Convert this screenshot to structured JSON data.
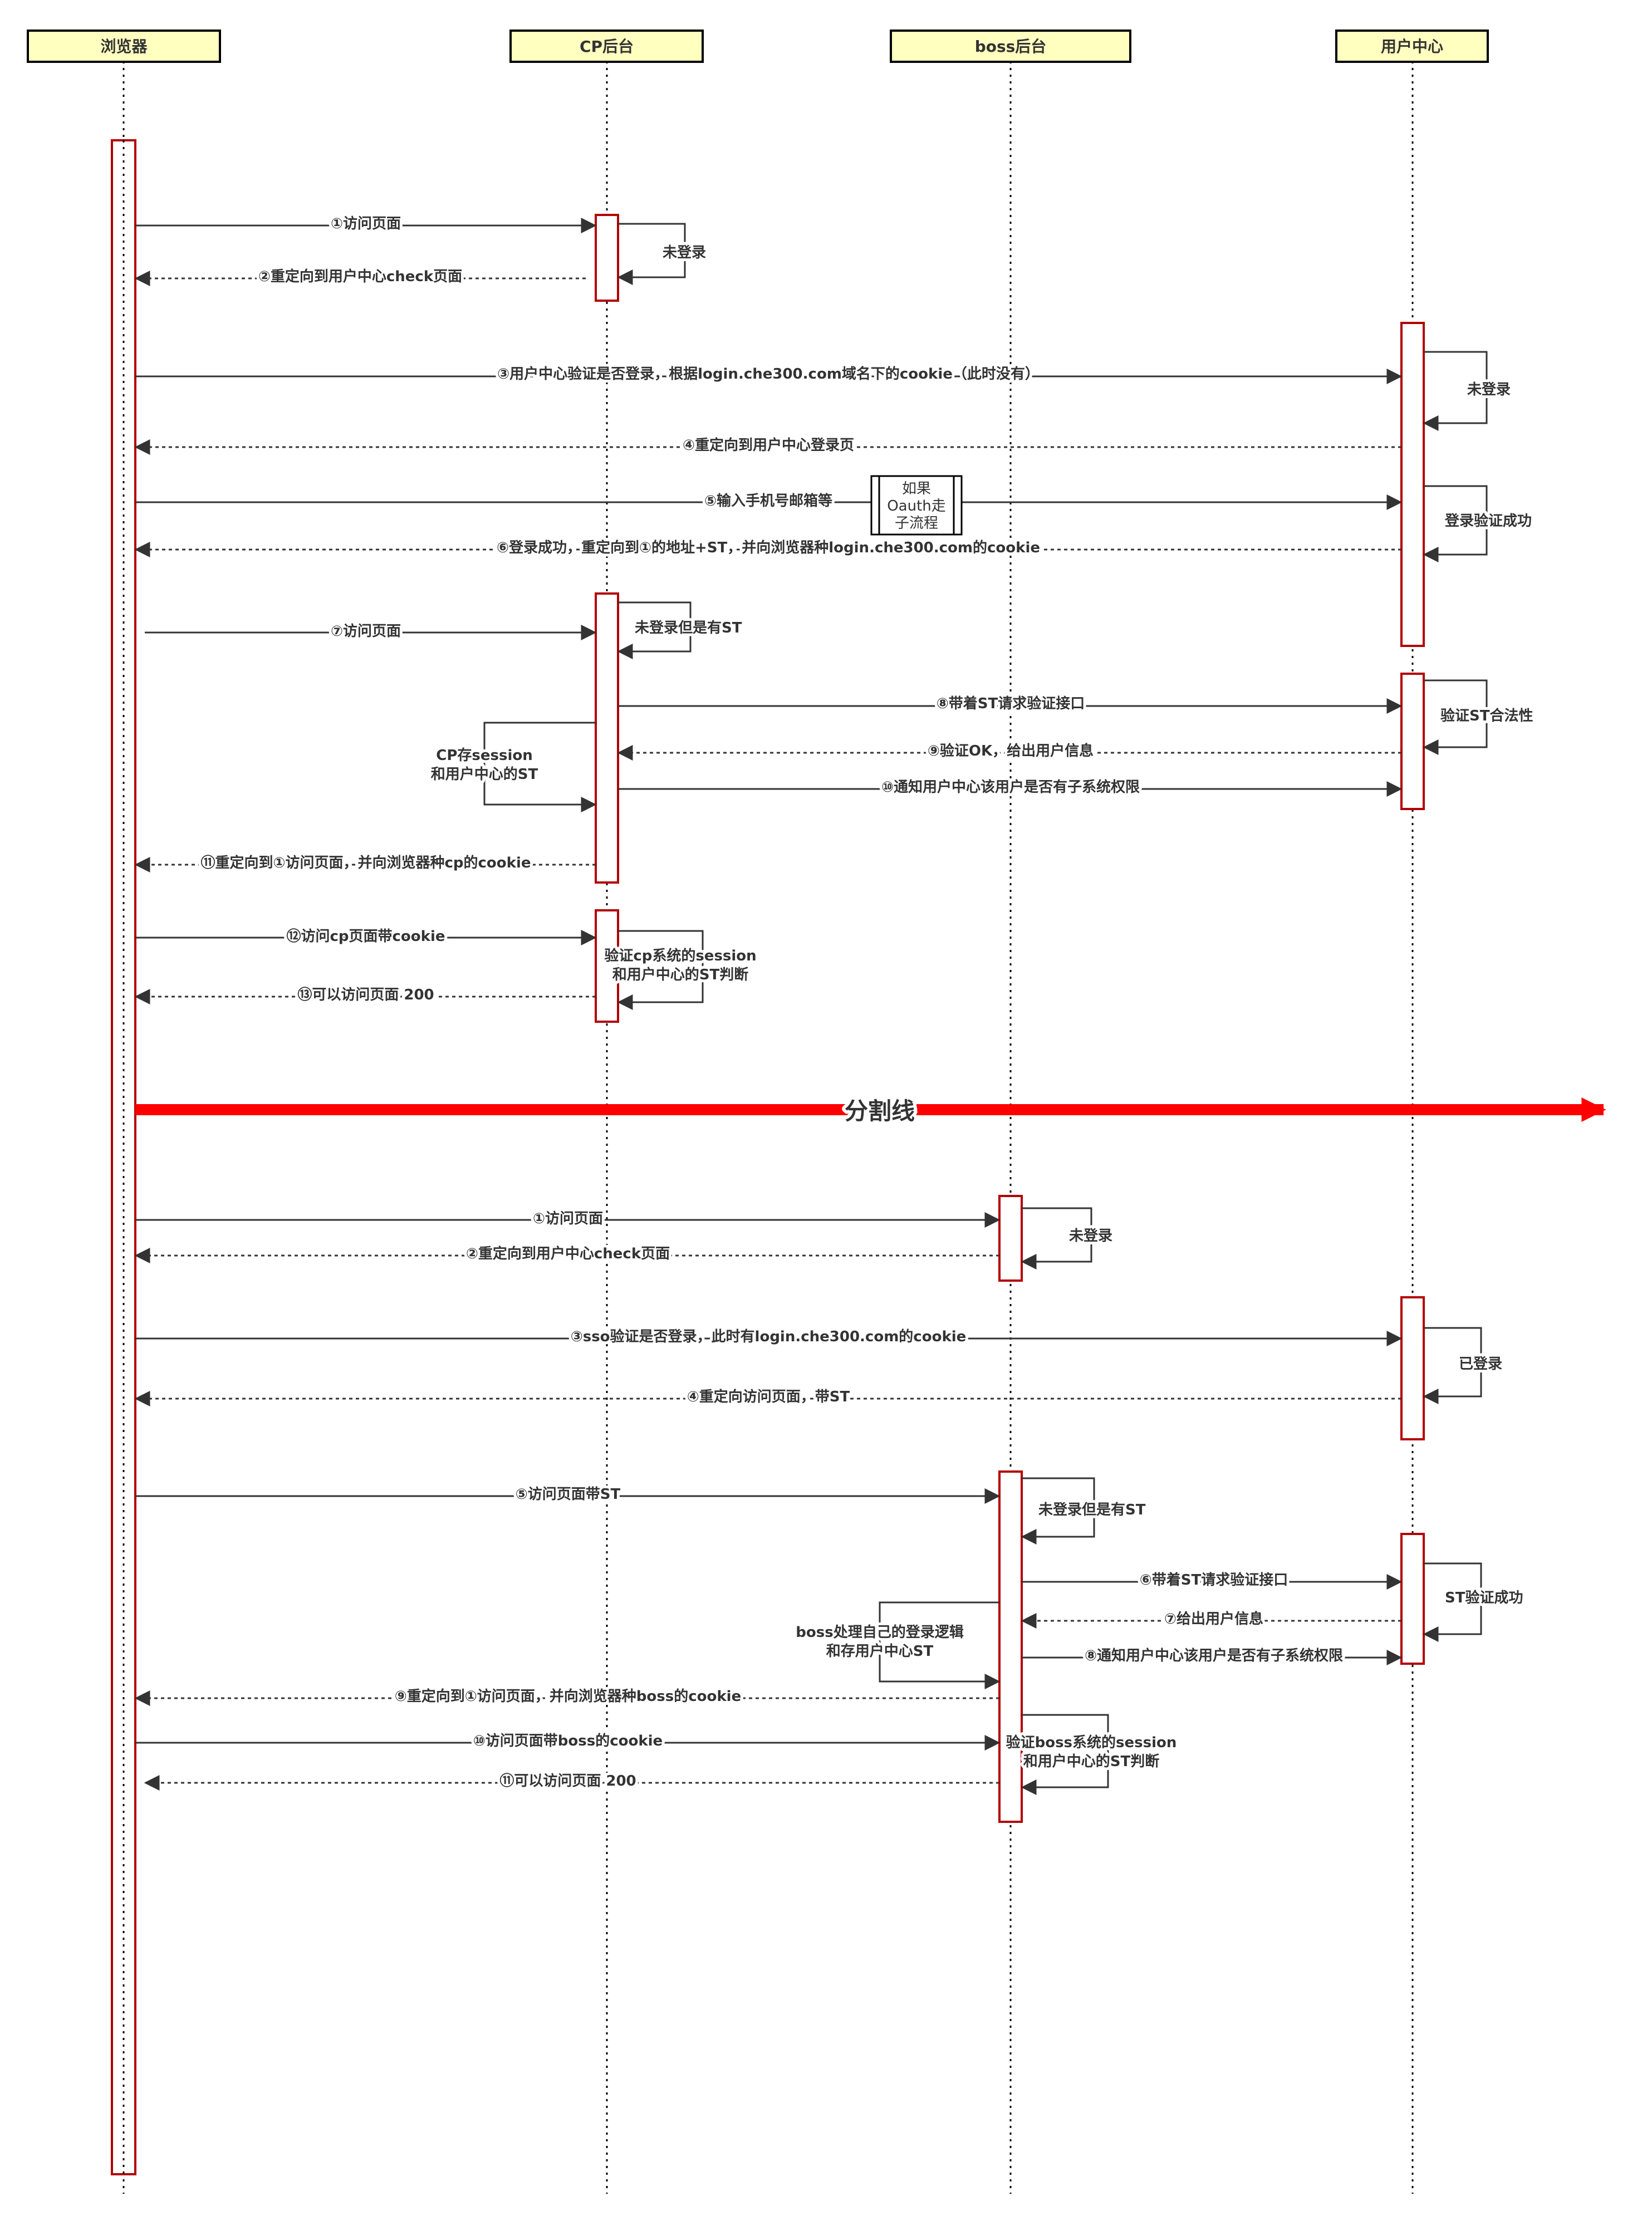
{
  "participants": [
    {
      "id": "browser",
      "label": "浏览器"
    },
    {
      "id": "cp",
      "label": "CP后台"
    },
    {
      "id": "boss",
      "label": "boss后台"
    },
    {
      "id": "uc",
      "label": "用户中心"
    }
  ],
  "divider_label": "分割线",
  "messages": [
    {
      "id": "m1",
      "text": "①访问页面"
    },
    {
      "id": "m2",
      "text": "②重定向到用户中心check页面"
    },
    {
      "id": "m3",
      "text": "③用户中心验证是否登录，根据login.che300.com域名下的cookie（此时没有）"
    },
    {
      "id": "m4",
      "text": "④重定向到用户中心登录页"
    },
    {
      "id": "m5",
      "text": "⑤输入手机号邮箱等"
    },
    {
      "id": "m6",
      "text": "⑥登录成功，重定向到①的地址+ST，并向浏览器种login.che300.com的cookie"
    },
    {
      "id": "m7",
      "text": "⑦访问页面"
    },
    {
      "id": "m8",
      "text": "⑧带着ST请求验证接口"
    },
    {
      "id": "m9",
      "text": "⑨验证OK，给出用户信息"
    },
    {
      "id": "m10",
      "text": "⑩通知用户中心该用户是否有子系统权限"
    },
    {
      "id": "m11",
      "text": "⑪重定向到①访问页面，并向浏览器种cp的cookie"
    },
    {
      "id": "m12",
      "text": "⑫访问cp页面带cookie"
    },
    {
      "id": "m13",
      "text": "⑬可以访问页面 200"
    },
    {
      "id": "b1",
      "text": "①访问页面"
    },
    {
      "id": "b2",
      "text": "②重定向到用户中心check页面"
    },
    {
      "id": "b3",
      "text": "③sso验证是否登录，此时有login.che300.com的cookie"
    },
    {
      "id": "b4",
      "text": "④重定向访问页面，带ST"
    },
    {
      "id": "b5",
      "text": "⑤访问页面带ST"
    },
    {
      "id": "b6",
      "text": "⑥带着ST请求验证接口"
    },
    {
      "id": "b7",
      "text": "⑦给出用户信息"
    },
    {
      "id": "b8",
      "text": "⑧通知用户中心该用户是否有子系统权限"
    },
    {
      "id": "b9",
      "text": "⑨重定向到①访问页面，并向浏览器种boss的cookie"
    },
    {
      "id": "b10",
      "text": "⑩访问页面带boss的cookie"
    },
    {
      "id": "b11",
      "text": "⑪可以访问页面 200"
    }
  ],
  "self_calls": [
    {
      "id": "s1",
      "lines": [
        "未登录"
      ]
    },
    {
      "id": "s2",
      "lines": [
        "未登录"
      ]
    },
    {
      "id": "s3",
      "lines": [
        "登录验证成功"
      ]
    },
    {
      "id": "s4",
      "lines": [
        "未登录但是有ST"
      ]
    },
    {
      "id": "s5",
      "lines": [
        "验证ST合法性"
      ]
    },
    {
      "id": "s6",
      "lines": [
        "CP存session",
        "和用户中心的ST"
      ]
    },
    {
      "id": "s7",
      "lines": [
        "验证cp系统的session",
        "和用户中心的ST判断"
      ]
    },
    {
      "id": "s8",
      "lines": [
        "未登录"
      ]
    },
    {
      "id": "s9",
      "lines": [
        "已登录"
      ]
    },
    {
      "id": "s10",
      "lines": [
        "未登录但是有ST"
      ]
    },
    {
      "id": "s11",
      "lines": [
        "ST验证成功"
      ]
    },
    {
      "id": "s12",
      "lines": [
        "boss处理自己的登录逻辑",
        "和存用户中心ST"
      ]
    },
    {
      "id": "s13",
      "lines": [
        "验证boss系统的session",
        "和用户中心的ST判断"
      ]
    }
  ],
  "oauth_note": {
    "lines": [
      "如果",
      "Oauth走",
      "子流程"
    ]
  },
  "colors": {
    "header_fill": "#ffffc0",
    "header_stroke": "#000000",
    "activation_stroke": "#b20000",
    "divider": "#ff0000",
    "arrow": "#333333"
  }
}
